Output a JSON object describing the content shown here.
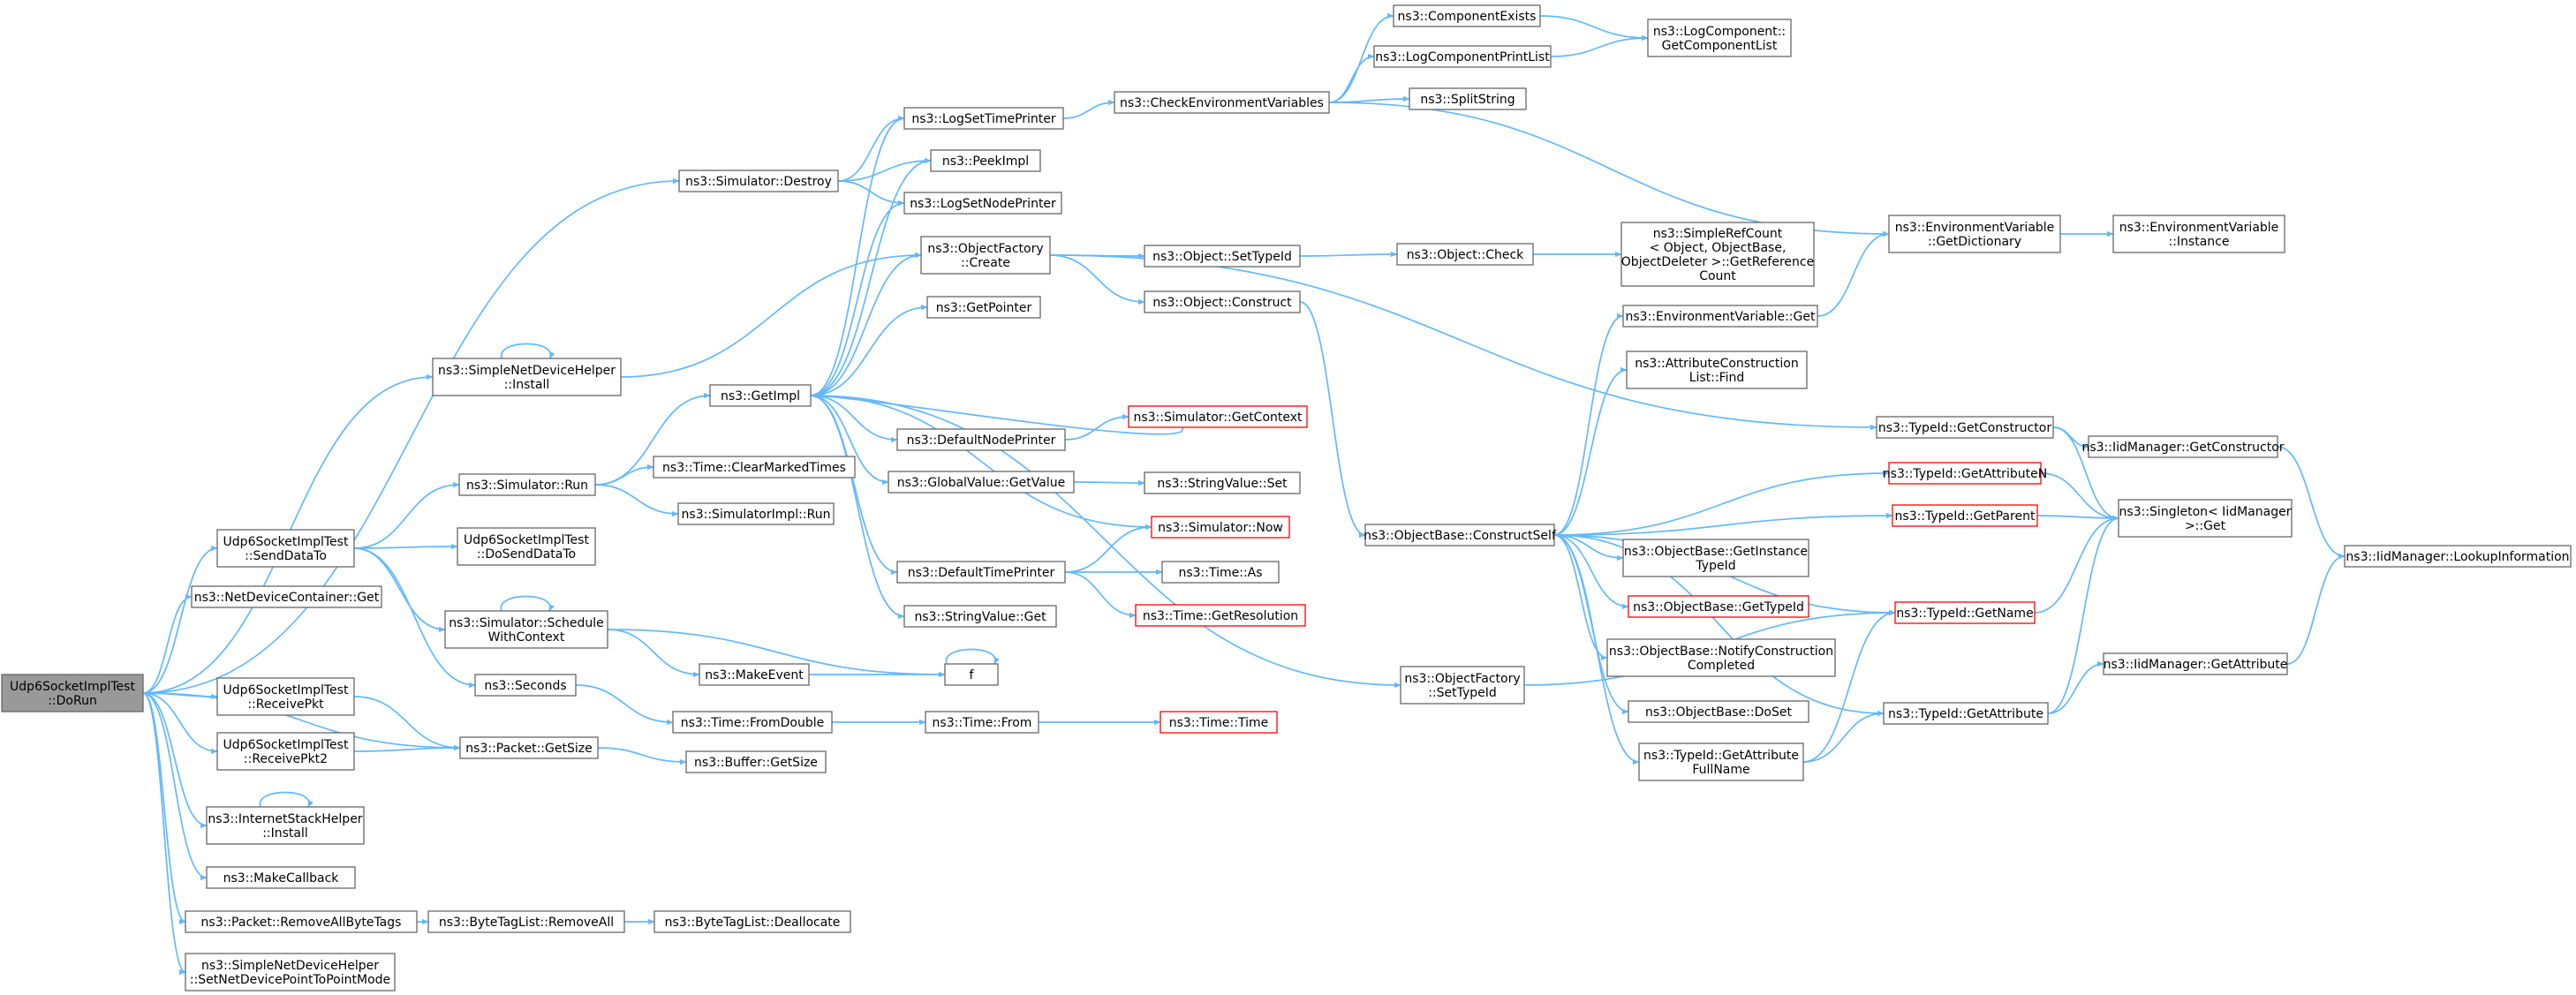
{
  "colors": {
    "edge": "#63b8ff",
    "node_border": "#666666",
    "node_border_red": "#ff0000",
    "root_fill": "#999999",
    "node_fill": "#ffffff"
  },
  "nodes": [
    {
      "id": "doRun",
      "lines": [
        "Udp6SocketImplTest",
        "::DoRun"
      ],
      "style": "root"
    },
    {
      "id": "simDestroy",
      "lines": [
        "ns3::Simulator::Destroy"
      ]
    },
    {
      "id": "sndhInstall",
      "lines": [
        "ns3::SimpleNetDeviceHelper",
        "::Install"
      ]
    },
    {
      "id": "sendDataTo",
      "lines": [
        "Udp6SocketImplTest",
        "::SendDataTo"
      ]
    },
    {
      "id": "ndcGet",
      "lines": [
        "ns3::NetDeviceContainer::Get"
      ]
    },
    {
      "id": "receivePkt",
      "lines": [
        "Udp6SocketImplTest",
        "::ReceivePkt"
      ]
    },
    {
      "id": "receivePkt2",
      "lines": [
        "Udp6SocketImplTest",
        "::ReceivePkt2"
      ]
    },
    {
      "id": "ishInstall",
      "lines": [
        "ns3::InternetStackHelper",
        "::Install"
      ]
    },
    {
      "id": "makeCallback",
      "lines": [
        "ns3::MakeCallback"
      ]
    },
    {
      "id": "removeAllByteTags",
      "lines": [
        "ns3::Packet::RemoveAllByteTags"
      ]
    },
    {
      "id": "setNetDeviceP2P",
      "lines": [
        "ns3::SimpleNetDeviceHelper",
        "::SetNetDevicePointToPointMode"
      ]
    },
    {
      "id": "simRun",
      "lines": [
        "ns3::Simulator::Run"
      ]
    },
    {
      "id": "doSendDataTo",
      "lines": [
        "Udp6SocketImplTest",
        "::DoSendDataTo"
      ]
    },
    {
      "id": "scheduleWithContext",
      "lines": [
        "ns3::Simulator::Schedule",
        "WithContext"
      ]
    },
    {
      "id": "seconds",
      "lines": [
        "ns3::Seconds"
      ]
    },
    {
      "id": "packetGetSize",
      "lines": [
        "ns3::Packet::GetSize"
      ]
    },
    {
      "id": "byteTagListRemoveAll",
      "lines": [
        "ns3::ByteTagList::RemoveAll"
      ]
    },
    {
      "id": "getImpl",
      "lines": [
        "ns3::GetImpl"
      ]
    },
    {
      "id": "clearMarkedTimes",
      "lines": [
        "ns3::Time::ClearMarkedTimes"
      ]
    },
    {
      "id": "simImplRun",
      "lines": [
        "ns3::SimulatorImpl::Run"
      ]
    },
    {
      "id": "makeEvent",
      "lines": [
        "ns3::MakeEvent"
      ]
    },
    {
      "id": "timeFromDouble",
      "lines": [
        "ns3::Time::FromDouble"
      ]
    },
    {
      "id": "bufferGetSize",
      "lines": [
        "ns3::Buffer::GetSize"
      ]
    },
    {
      "id": "byteTagListDeallocate",
      "lines": [
        "ns3::ByteTagList::Deallocate"
      ]
    },
    {
      "id": "logSetTimePrinter",
      "lines": [
        "ns3::LogSetTimePrinter"
      ]
    },
    {
      "id": "peekImpl",
      "lines": [
        "ns3::PeekImpl"
      ]
    },
    {
      "id": "logSetNodePrinter",
      "lines": [
        "ns3::LogSetNodePrinter"
      ]
    },
    {
      "id": "objectFactoryCreate",
      "lines": [
        "ns3::ObjectFactory",
        "::Create"
      ]
    },
    {
      "id": "getPointer",
      "lines": [
        "ns3::GetPointer"
      ]
    },
    {
      "id": "defaultNodePrinter",
      "lines": [
        "ns3::DefaultNodePrinter"
      ]
    },
    {
      "id": "globalValueGetValue",
      "lines": [
        "ns3::GlobalValue::GetValue"
      ]
    },
    {
      "id": "defaultTimePrinter",
      "lines": [
        "ns3::DefaultTimePrinter"
      ]
    },
    {
      "id": "stringValueGet",
      "lines": [
        "ns3::StringValue::Get"
      ]
    },
    {
      "id": "f",
      "lines": [
        "f"
      ]
    },
    {
      "id": "timeFrom",
      "lines": [
        "ns3::Time::From"
      ]
    },
    {
      "id": "checkEnvVars",
      "lines": [
        "ns3::CheckEnvironmentVariables"
      ]
    },
    {
      "id": "objectSetTypeId",
      "lines": [
        "ns3::Object::SetTypeId"
      ]
    },
    {
      "id": "objectConstruct",
      "lines": [
        "ns3::Object::Construct"
      ]
    },
    {
      "id": "simGetContext",
      "lines": [
        "ns3::Simulator::GetContext"
      ],
      "style": "red"
    },
    {
      "id": "stringValueSet",
      "lines": [
        "ns3::StringValue::Set"
      ]
    },
    {
      "id": "simNow",
      "lines": [
        "ns3::Simulator::Now"
      ],
      "style": "red"
    },
    {
      "id": "timeAs",
      "lines": [
        "ns3::Time::As"
      ]
    },
    {
      "id": "timeGetResolution",
      "lines": [
        "ns3::Time::GetResolution"
      ],
      "style": "red"
    },
    {
      "id": "timeTime",
      "lines": [
        "ns3::Time::Time"
      ],
      "style": "red"
    },
    {
      "id": "componentExists",
      "lines": [
        "ns3::ComponentExists"
      ]
    },
    {
      "id": "logComponentPrintList",
      "lines": [
        "ns3::LogComponentPrintList"
      ]
    },
    {
      "id": "splitString",
      "lines": [
        "ns3::SplitString"
      ]
    },
    {
      "id": "objectCheck",
      "lines": [
        "ns3::Object::Check"
      ]
    },
    {
      "id": "objectBaseConstructSelf",
      "lines": [
        "ns3::ObjectBase::ConstructSelf"
      ]
    },
    {
      "id": "objectFactorySetTypeId",
      "lines": [
        "ns3::ObjectFactory",
        "::SetTypeId"
      ]
    },
    {
      "id": "logComponentGetList",
      "lines": [
        "ns3::LogComponent::",
        "GetComponentList"
      ]
    },
    {
      "id": "simpleRefCount",
      "lines": [
        "ns3::SimpleRefCount",
        "< Object, ObjectBase,",
        "ObjectDeleter >::GetReference",
        "Count"
      ]
    },
    {
      "id": "envVarGet",
      "lines": [
        "ns3::EnvironmentVariable::Get"
      ]
    },
    {
      "id": "attrConstructionListFind",
      "lines": [
        "ns3::AttributeConstruction",
        "List::Find"
      ]
    },
    {
      "id": "objectBaseGetInstanceTypeId",
      "lines": [
        "ns3::ObjectBase::GetInstance",
        "TypeId"
      ]
    },
    {
      "id": "objectBaseGetTypeId",
      "lines": [
        "ns3::ObjectBase::GetTypeId"
      ],
      "style": "red"
    },
    {
      "id": "objectBaseNotifyConstructionCompleted",
      "lines": [
        "ns3::ObjectBase::NotifyConstruction",
        "Completed"
      ]
    },
    {
      "id": "objectBaseDoSet",
      "lines": [
        "ns3::ObjectBase::DoSet"
      ]
    },
    {
      "id": "typeIdGetAttributeFullName",
      "lines": [
        "ns3::TypeId::GetAttribute",
        "FullName"
      ]
    },
    {
      "id": "envVarGetDictionary",
      "lines": [
        "ns3::EnvironmentVariable",
        "::GetDictionary"
      ]
    },
    {
      "id": "typeIdGetConstructor",
      "lines": [
        "ns3::TypeId::GetConstructor"
      ]
    },
    {
      "id": "typeIdGetAttributeN",
      "lines": [
        "ns3::TypeId::GetAttributeN"
      ],
      "style": "red"
    },
    {
      "id": "typeIdGetParent",
      "lines": [
        "ns3::TypeId::GetParent"
      ],
      "style": "red"
    },
    {
      "id": "typeIdGetName",
      "lines": [
        "ns3::TypeId::GetName"
      ],
      "style": "red"
    },
    {
      "id": "typeIdGetAttribute",
      "lines": [
        "ns3::TypeId::GetAttribute"
      ]
    },
    {
      "id": "envVarInstance",
      "lines": [
        "ns3::EnvironmentVariable",
        "::Instance"
      ]
    },
    {
      "id": "iidManagerGetConstructor",
      "lines": [
        "ns3::IidManager::GetConstructor"
      ]
    },
    {
      "id": "singletonIidManagerGet",
      "lines": [
        "ns3::Singleton< IidManager",
        ">::Get"
      ]
    },
    {
      "id": "iidManagerGetAttribute",
      "lines": [
        "ns3::IidManager::GetAttribute"
      ]
    },
    {
      "id": "iidManagerLookupInformation",
      "lines": [
        "ns3::IidManager::LookupInformation"
      ]
    }
  ]
}
